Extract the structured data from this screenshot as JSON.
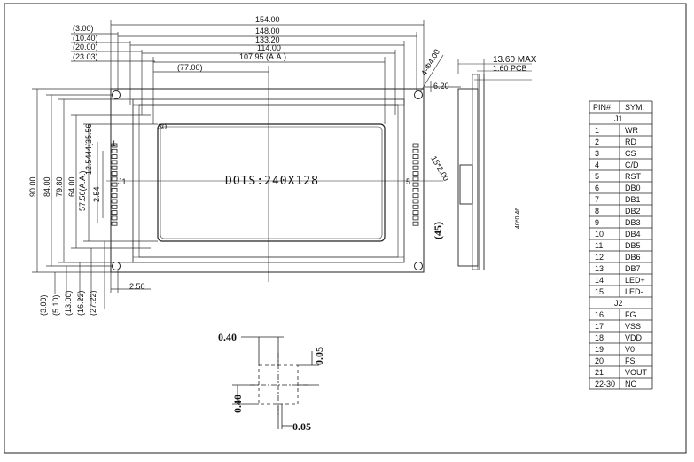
{
  "top_dims": [
    "154.00",
    "148.00",
    "133.20",
    "114.00",
    "107.95 (A.A.)",
    "(77.00)"
  ],
  "left_dims": [
    "(3.00)",
    "(10.40)",
    "(20.00)",
    "(23.03)"
  ],
  "vertical_dims": [
    "90.00",
    "84.00",
    "79.80",
    "64.00",
    "57.56(A.A.)",
    "12.54",
    "44(35.56",
    "2.54"
  ],
  "bottom_dims": [
    "(3.00)",
    "(5.10)",
    "(13.00)",
    "(16.22)",
    "(27.22)"
  ],
  "misc": {
    "hole": "4-Φ4.00",
    "offset": "6.20",
    "bottom_offset": "2.50",
    "lcd_text": "DOTS:240X128",
    "j1": "J1",
    "pin1": "1",
    "pin_end": "5",
    "pitch": "15*2.00",
    "spacing": "(45)",
    "corner_id": "30",
    "side_side": "40*0.46"
  },
  "side_dims": {
    "max": "13.60  MAX",
    "pcb": "1.60  PCB"
  },
  "detail_dims": {
    "width": "0.40",
    "height": "0.40",
    "gap_top": "0.05",
    "gap_bottom": "0.05"
  },
  "pin_table": {
    "headers": [
      "PIN#",
      "SYM."
    ],
    "groups": [
      {
        "label": "J1",
        "rows": [
          [
            "1",
            "WR"
          ],
          [
            "2",
            "RD"
          ],
          [
            "3",
            "CS"
          ],
          [
            "4",
            "C/D"
          ],
          [
            "5",
            "RST"
          ],
          [
            "6",
            "DB0"
          ],
          [
            "7",
            "DB1"
          ],
          [
            "8",
            "DB2"
          ],
          [
            "9",
            "DB3"
          ],
          [
            "10",
            "DB4"
          ],
          [
            "11",
            "DB5"
          ],
          [
            "12",
            "DB6"
          ],
          [
            "13",
            "DB7"
          ],
          [
            "14",
            "LED+"
          ],
          [
            "15",
            "LED-"
          ]
        ]
      },
      {
        "label": "J2",
        "rows": [
          [
            "16",
            "FG"
          ],
          [
            "17",
            "VSS"
          ],
          [
            "18",
            "VDD"
          ],
          [
            "19",
            "V0"
          ],
          [
            "20",
            "FS"
          ],
          [
            "21",
            "VOUT"
          ],
          [
            "22-30",
            "NC"
          ]
        ]
      }
    ]
  }
}
